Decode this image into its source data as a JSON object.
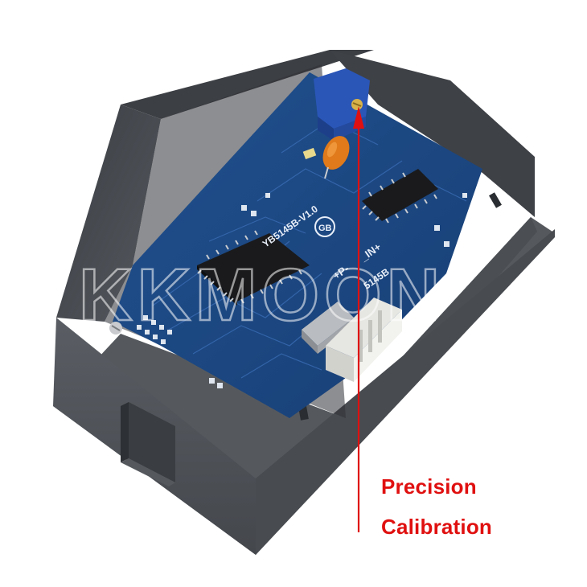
{
  "image": {
    "subject": "digital-panel-meter-module-rear",
    "colors": {
      "background": "#ffffff",
      "housing": "#4a4e54",
      "housing_dark": "#2f3236",
      "pcb": "#1f4a8a",
      "pcb_trace": "#2d5fa8",
      "potentiometer": "#2a56b8",
      "capacitor": "#e07a1a",
      "connector": "#e6e6e2",
      "callout": "#e01010"
    }
  },
  "board": {
    "model_label": "YB5145B-V1.0",
    "model_label_2": "5145B",
    "in_label": "_IN+",
    "plus_label": "+P-",
    "logo_text": "GB"
  },
  "watermark": {
    "text": "KKMOON"
  },
  "callout": {
    "line1": "Precision",
    "line2": "Calibration"
  }
}
